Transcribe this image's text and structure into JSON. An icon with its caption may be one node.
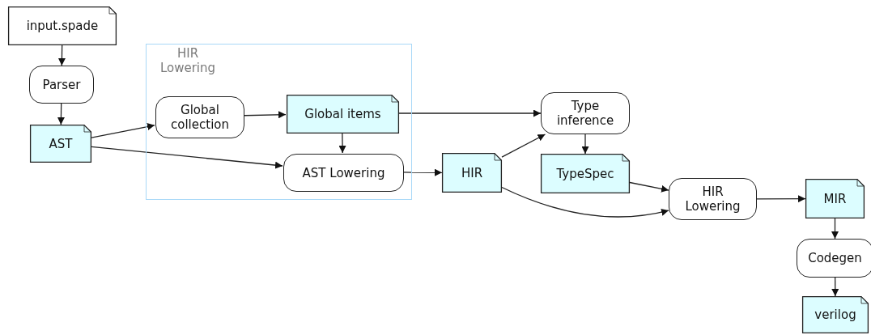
{
  "diagram": {
    "nodes": [
      {
        "text": [
          "input.spade"
        ]
      },
      {
        "text": [
          "Parser"
        ]
      },
      {
        "text": [
          "AST"
        ]
      },
      {
        "text": [
          "HIR Lowering"
        ]
      },
      {
        "text": [
          "Global collection"
        ],
        "in": 3
      },
      {
        "text": [
          "Global items"
        ],
        "in": 3
      },
      {
        "text": [
          "AST Lowering"
        ],
        "in": 3
      },
      {
        "text": [
          "HIR"
        ]
      },
      {
        "text": [
          "Type inference"
        ]
      },
      {
        "text": [
          "TypeSpec"
        ]
      },
      {
        "text": [
          "HIR Lowering"
        ]
      },
      {
        "text": [
          "MIR"
        ]
      },
      {
        "text": [
          "Codegen"
        ]
      },
      {
        "text": [
          "verilog"
        ]
      }
    ],
    "edges": [
      {
        "from": 0,
        "to": 1,
        "arrow": "to"
      },
      {
        "from": 1,
        "to": 2,
        "arrow": "to"
      },
      {
        "from": 2,
        "to": 4,
        "arrow": "to"
      },
      {
        "from": 2,
        "to": 6,
        "arrow": "to"
      },
      {
        "from": 4,
        "to": 5,
        "arrow": "to"
      },
      {
        "from": 5,
        "to": 6,
        "arrow": "to"
      },
      {
        "from": 5,
        "to": 8,
        "arrow": "to"
      },
      {
        "from": 6,
        "to": 7,
        "arrow": "to"
      },
      {
        "from": 7,
        "to": 8,
        "arrow": "to"
      },
      {
        "from": 8,
        "to": 9,
        "arrow": "to"
      },
      {
        "from": 9,
        "to": 10,
        "arrow": "to"
      },
      {
        "from": 7,
        "to": 10,
        "arrow": "to"
      },
      {
        "from": 10,
        "to": 11,
        "arrow": "to"
      },
      {
        "from": 11,
        "to": 12,
        "arrow": "to"
      },
      {
        "from": 12,
        "to": 13,
        "arrow": "to"
      }
    ]
  }
}
